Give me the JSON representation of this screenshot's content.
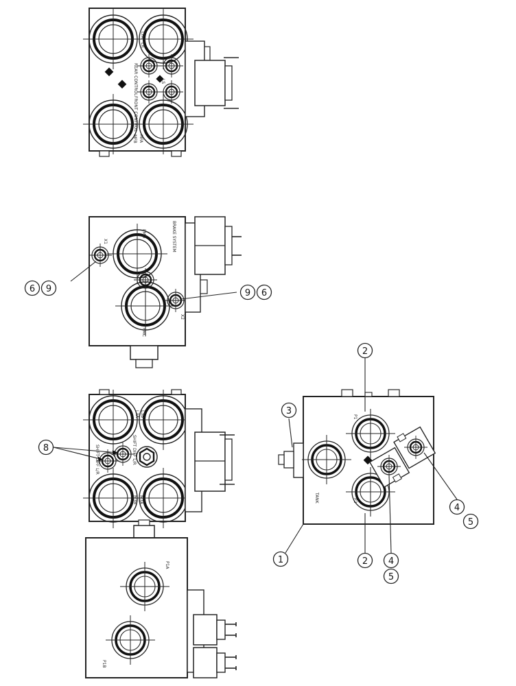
{
  "callouts": {
    "c1": "1",
    "c2a": "2",
    "c2b": "2",
    "c3": "3",
    "c4a": "4",
    "c4b": "4",
    "c5a": "5",
    "c5b": "5",
    "c6a": "6",
    "c6b": "6",
    "c8": "8",
    "c9a": "9",
    "c9b": "9"
  },
  "labels": {
    "lfa": "LFA",
    "lrb": "LR",
    "rear": "REAR CONTROL",
    "front": "FRONT CONTROL",
    "mfb": "MFB",
    "mfa": "MFA",
    "ls": "LS",
    "pmd": "PMD",
    "pmc": "PMC",
    "x1": "X1",
    "x2": "X2",
    "brake": "BRAKE SYSTEM",
    "l3a": "L3A",
    "l3b": "L3B",
    "m3b": "M3B",
    "m3a": "M3A",
    "shift": "SHIFT DIFF L/R",
    "shift2": "SHIFT DIFF L/R",
    "p1a": "P1A",
    "p1b": "P1B",
    "tank": "TANK",
    "p1": "P1",
    "p2": "P2"
  }
}
